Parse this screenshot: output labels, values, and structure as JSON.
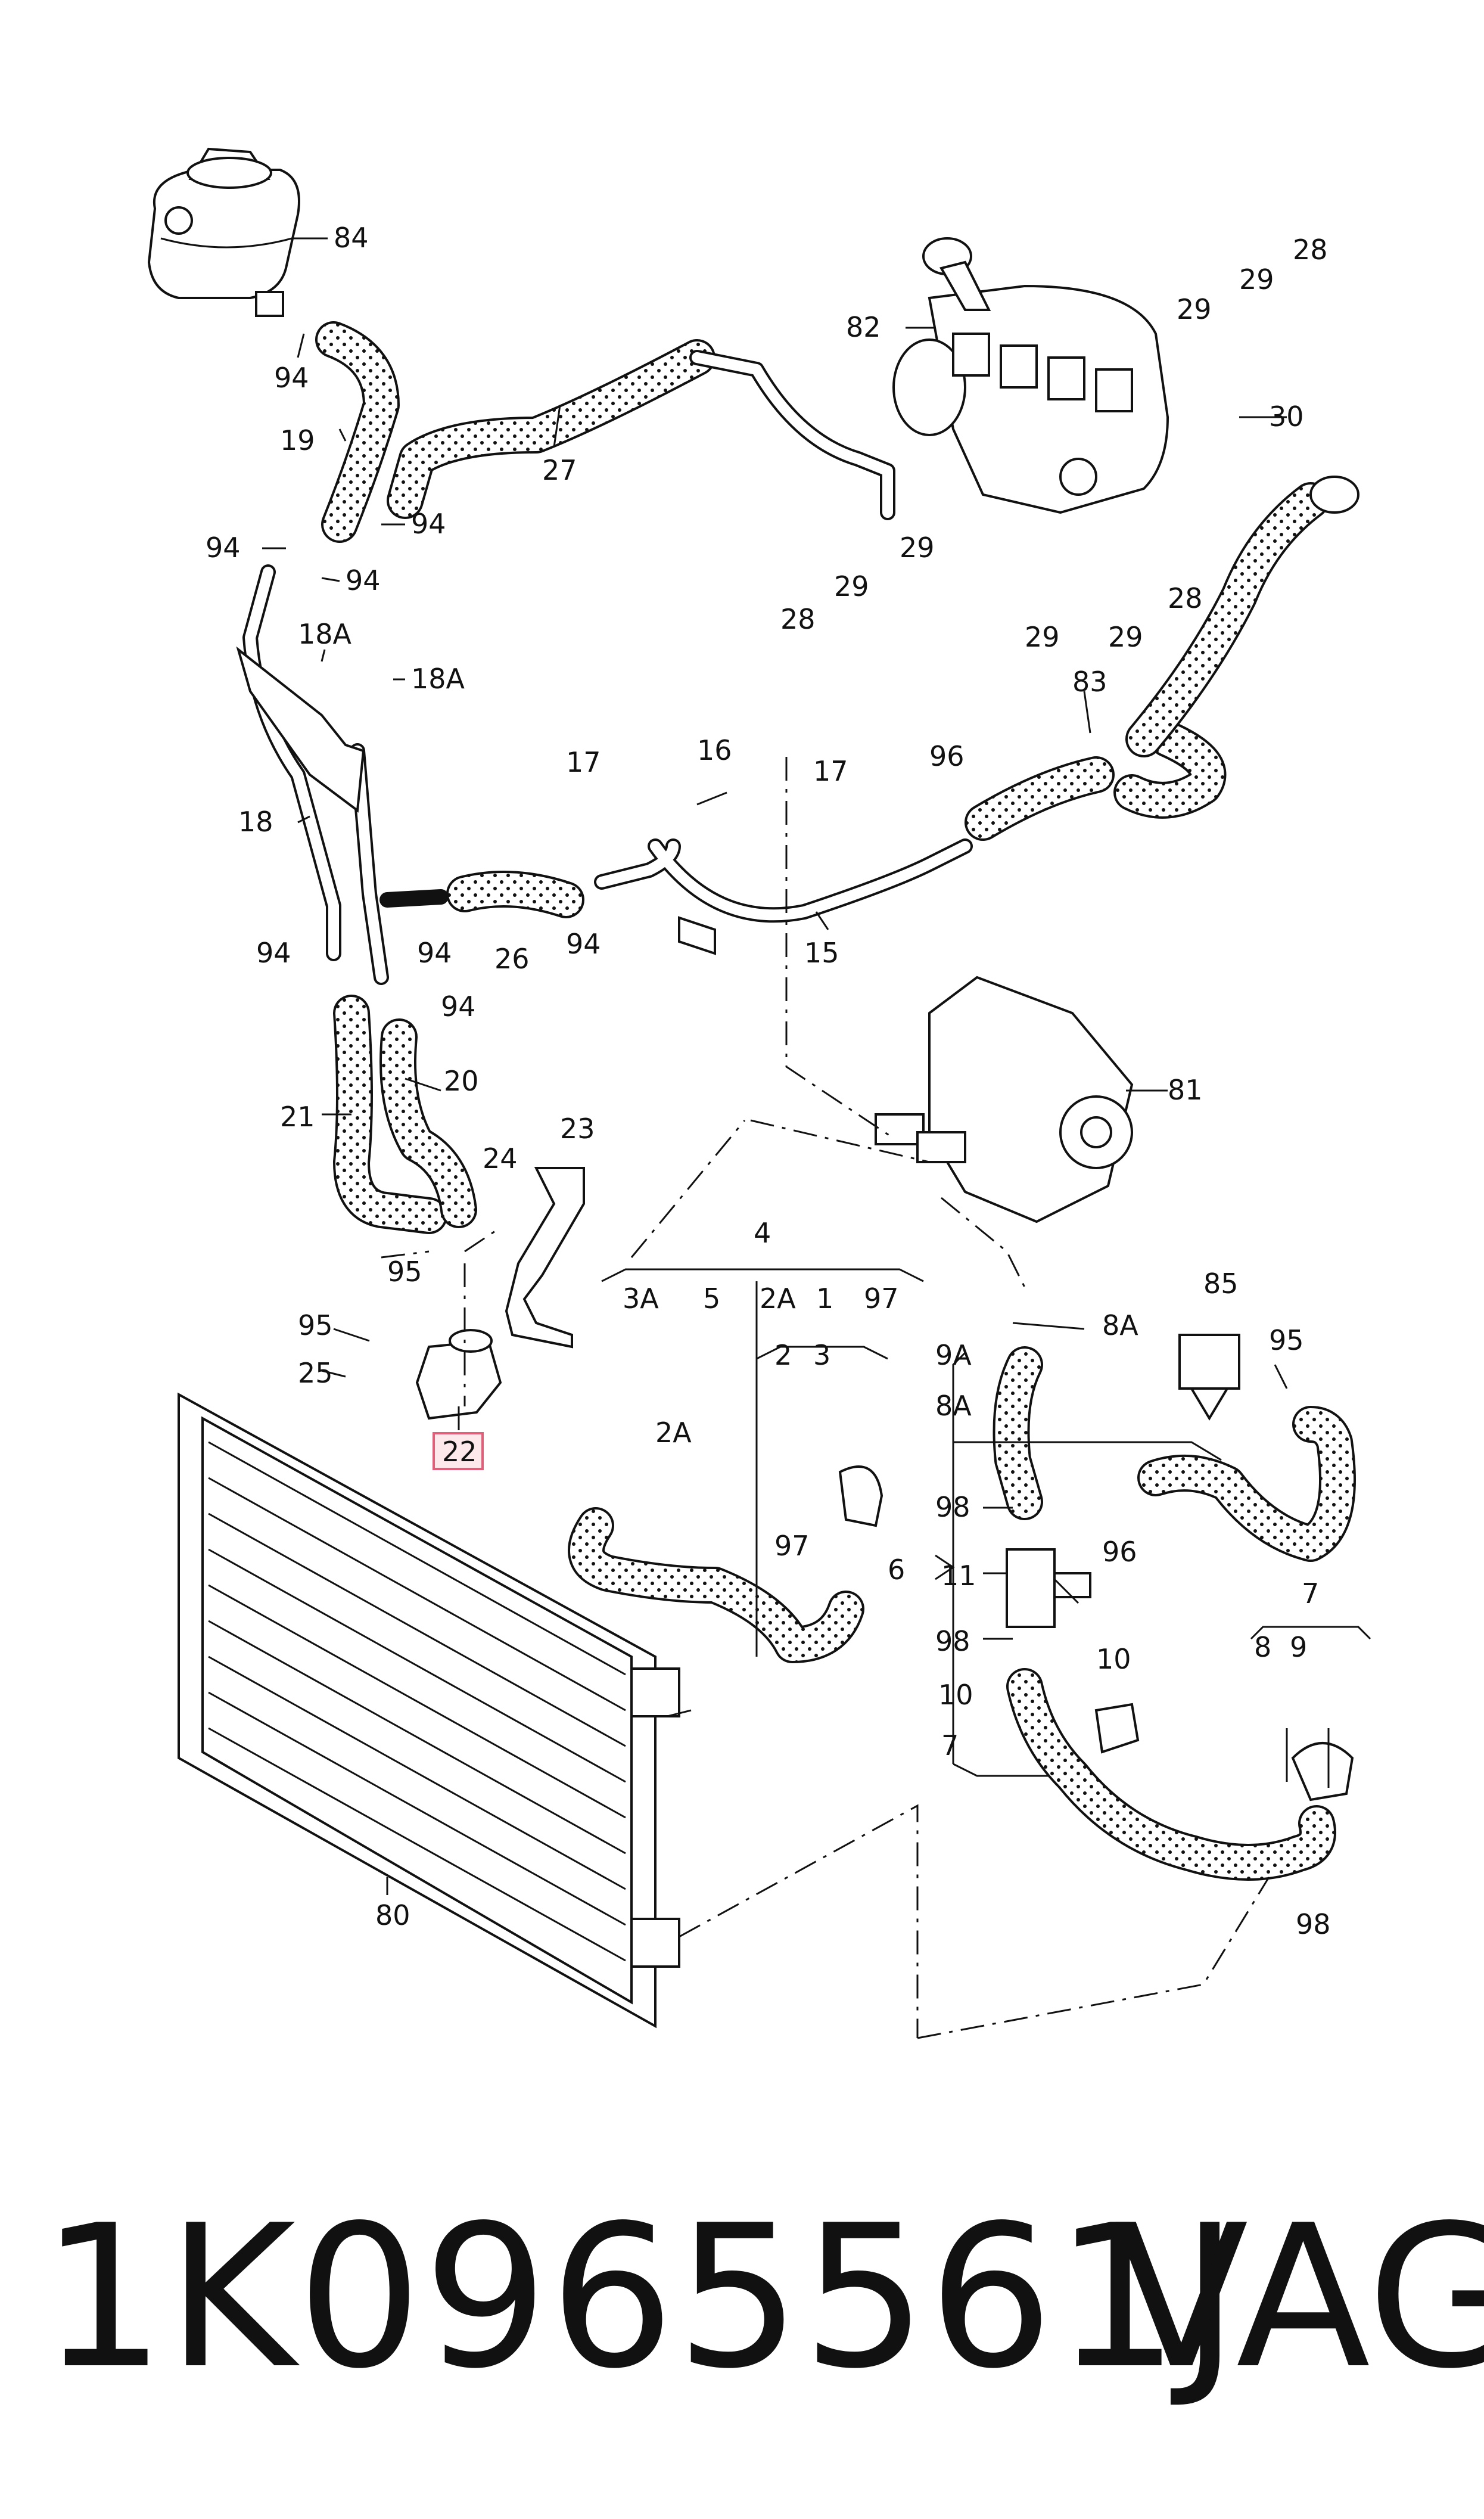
{
  "footer": {
    "part_number": "1K0965561J",
    "brand": "VAG"
  },
  "callouts": {
    "c84": "84",
    "c94a": "94",
    "c19": "19",
    "c94b": "94",
    "c94c": "94",
    "c94d": "94",
    "c18A_1": "18A",
    "c18A_2": "18A",
    "c18": "18",
    "c27": "27",
    "c82": "82",
    "c28a": "28",
    "c29a": "29",
    "c29b": "29",
    "c30": "30",
    "c28b": "28",
    "c29c": "29",
    "c29d": "29",
    "c29e": "29",
    "c29f": "29",
    "c28c": "28",
    "c83": "83",
    "c17a": "17",
    "c16": "16",
    "c17b": "17",
    "c96a": "96",
    "c15": "15",
    "c26": "26",
    "c94e": "94",
    "c94f": "94",
    "c94g": "94",
    "c94h": "94",
    "c81": "81",
    "c20": "20",
    "c21": "21",
    "c24": "24",
    "c23": "23",
    "c95a": "95",
    "c95b": "95",
    "c25": "25",
    "c22": "22",
    "c4": "4",
    "c3A": "3A",
    "c5": "5",
    "c2A_top": "2A",
    "c1": "1",
    "c97_top": "97",
    "c2": "2",
    "c3": "3",
    "c2A": "2A",
    "c97": "97",
    "c9A": "9A",
    "c8A_right": "8A",
    "c8A": "8A",
    "c85": "85",
    "c95c": "95",
    "c98a": "98",
    "c96b": "96",
    "c6": "6",
    "c11": "11",
    "c98b": "98",
    "c10_left": "10",
    "c10": "10",
    "c7_left": "7",
    "c7": "7",
    "c8": "8",
    "c9": "9",
    "c98c": "98",
    "c80": "80"
  }
}
